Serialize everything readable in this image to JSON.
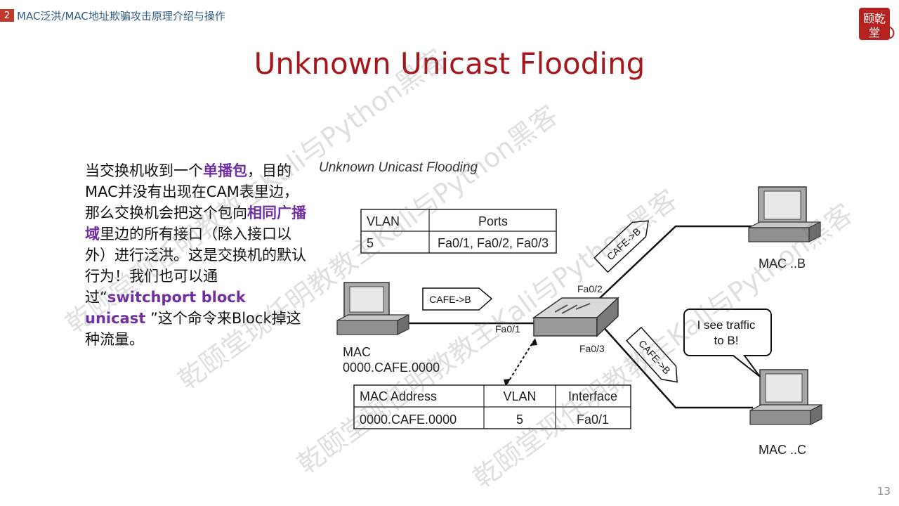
{
  "section": {
    "number": "2",
    "title": "MAC泛洪/MAC地址欺骗攻击原理介绍与操作"
  },
  "logo": {
    "text": "颐乾堂"
  },
  "slide_title": "Unknown Unicast Flooding",
  "description": {
    "p1": "当交换机收到一个",
    "h1": "单播包",
    "p2": "，目的MAC并没有出现在CAM表里边，那么交换机会把这个包向",
    "h2": "相同广播域",
    "p3": "里边的所有接口（除入接口以外）进行泛洪。这是交换机的默认行为！我们也可以通过“",
    "h3": "switchport block unicast",
    "p4": " ”这个命令来Block掉这种流量。"
  },
  "diagram": {
    "caption": "Unknown Unicast Flooding",
    "vlan_table": {
      "headers": [
        "VLAN",
        "Ports"
      ],
      "row": [
        "5",
        "Fa0/1, Fa0/2, Fa0/3"
      ]
    },
    "mac_table": {
      "headers": [
        "MAC Address",
        "VLAN",
        "Interface"
      ],
      "row": [
        "0000.CAFE.0000",
        "5",
        "Fa0/1"
      ]
    },
    "hosts": {
      "a_label_1": "MAC",
      "a_label_2": "0000.CAFE.0000",
      "b_label": "MAC ..B",
      "c_label": "MAC ..C"
    },
    "ports": {
      "fa01": "Fa0/1",
      "fa02": "Fa0/2",
      "fa03": "Fa0/3"
    },
    "frames": {
      "in": "CAFE->B",
      "out_b": "CAFE->B",
      "out_c": "CAFE->B"
    },
    "bubble": {
      "line1": "I see traffic",
      "line2": "to B!"
    }
  },
  "watermarks": {
    "a": "乾颐堂现任明教教主Kali与Python黑客",
    "b": "乾颐堂现任明教教主Kali与Python黑客",
    "c": "乾颐堂现任明教教主Kali与Python黑客",
    "d": "乾颐堂现任明教教主Kali与Python黑客"
  },
  "page_number": "13",
  "colors": {
    "title": "#a5171d",
    "highlight": "#7030a0",
    "section_badge": "#c0392b",
    "section_text": "#2f5b85"
  }
}
